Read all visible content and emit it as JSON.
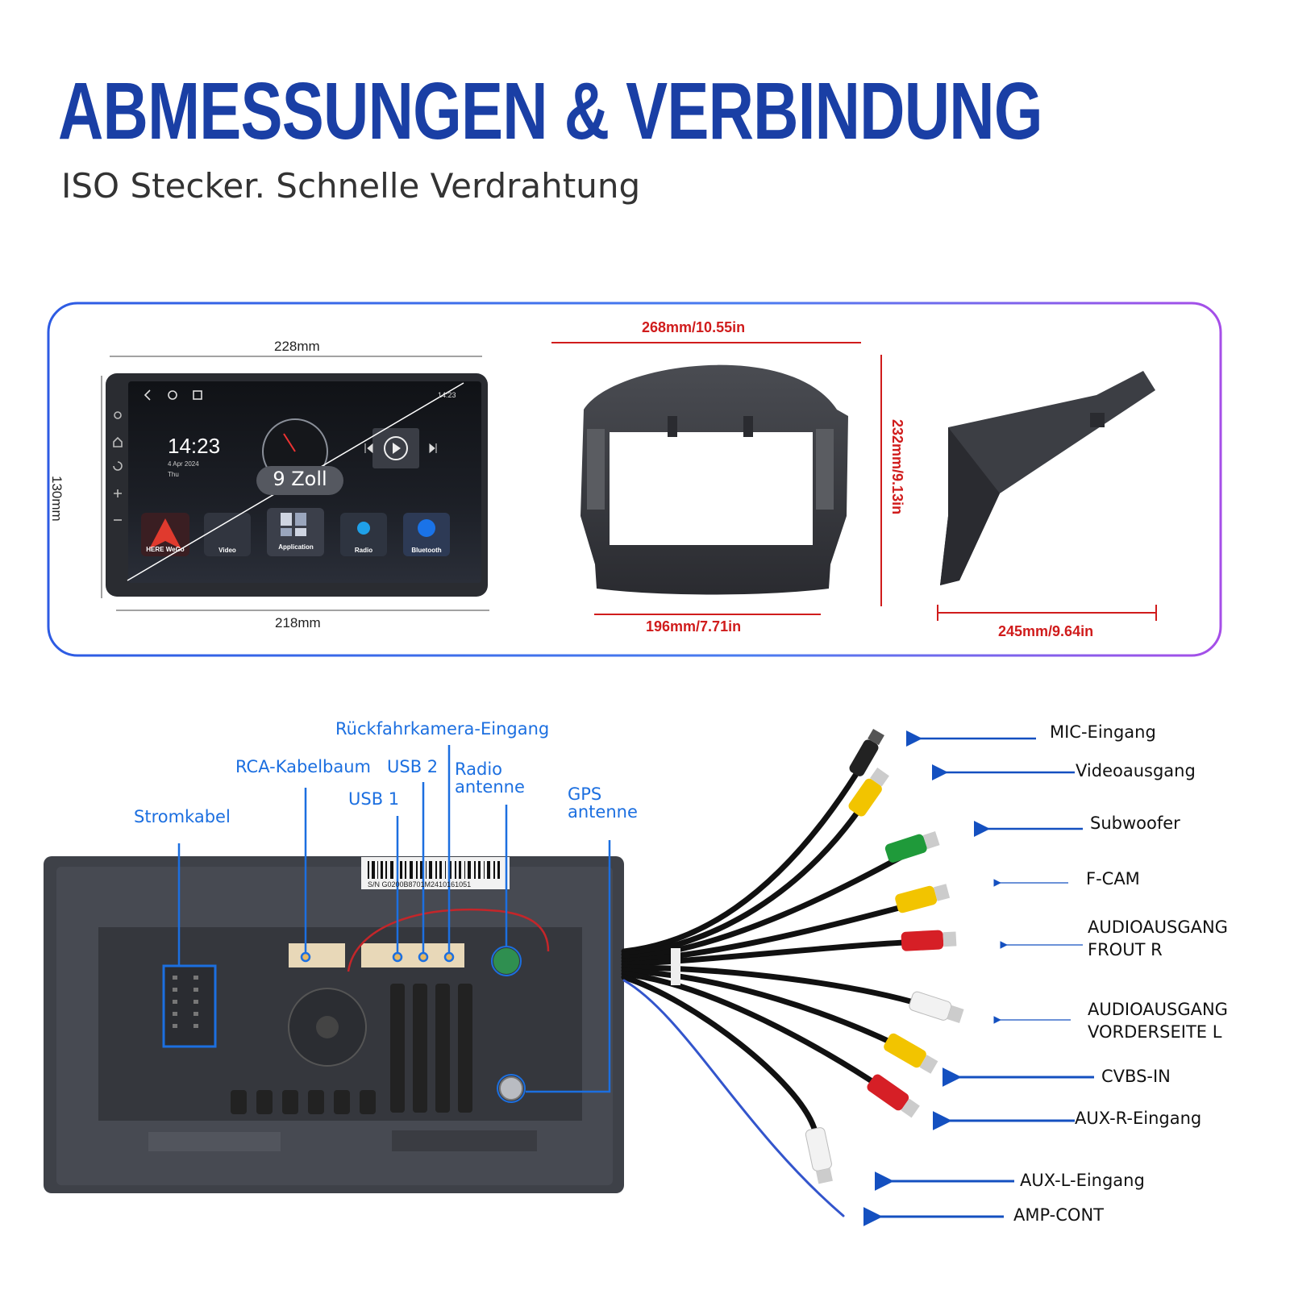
{
  "header": {
    "title": "ABMESSUNGEN & VERBINDUNG",
    "subtitle": "ISO Stecker. Schnelle Verdrahtung"
  },
  "dimensions": {
    "radio": {
      "top_width": "228mm",
      "bottom_width": "218mm",
      "height": "130mm",
      "screen_size": "9 Zoll",
      "screen": {
        "time": "14:23",
        "date": "4 Apr 2024",
        "day": "Thu",
        "status_time": "14:23",
        "apps": [
          "HERE WeGo",
          "Video",
          "Application",
          "Radio",
          "Bluetooth"
        ]
      }
    },
    "frame": {
      "top_width": "268mm/10.55in",
      "bottom_width": "196mm/7.71in",
      "height": "232mm/9.13in",
      "side_depth": "245mm/9.64in"
    }
  },
  "back_panel": {
    "ports": [
      {
        "id": "stromkabel",
        "label": "Stromkabel"
      },
      {
        "id": "rca",
        "label": "RCA-Kabelbaum"
      },
      {
        "id": "usb1",
        "label": "USB 1"
      },
      {
        "id": "usb2",
        "label": "USB 2"
      },
      {
        "id": "rueckfahr",
        "label": "Rückfahrkamera-Eingang"
      },
      {
        "id": "radio",
        "label": "Radio\nantenne"
      },
      {
        "id": "gps",
        "label": "GPS\nantenne"
      }
    ],
    "barcode_text": "S/N G0200B8701M2410161051"
  },
  "cables": [
    {
      "label": "MIC-Eingang",
      "color": "#222222"
    },
    {
      "label": "Videoausgang",
      "color": "#f2c400"
    },
    {
      "label": "Subwoofer",
      "color": "#1f9a3a"
    },
    {
      "label": "F-CAM",
      "color": "#f2c400"
    },
    {
      "label": "AUDIOAUSGANG\nFROUT R",
      "color": "#d61f26"
    },
    {
      "label": "AUDIOAUSGANG\nVORDERSEITE L",
      "color": "#f2f2f2"
    },
    {
      "label": "CVBS-IN",
      "color": "#f2c400"
    },
    {
      "label": "AUX-R-Eingang",
      "color": "#d61f26"
    },
    {
      "label": "AUX-L-Eingang",
      "color": "#f2f2f2"
    },
    {
      "label": "AMP-CONT",
      "color": "#3355cc"
    }
  ],
  "colors": {
    "title_blue": "#1a3fa5",
    "label_blue": "#1c6fe0",
    "arrow_blue": "#1450c0",
    "dimension_red": "#d01c1c"
  }
}
